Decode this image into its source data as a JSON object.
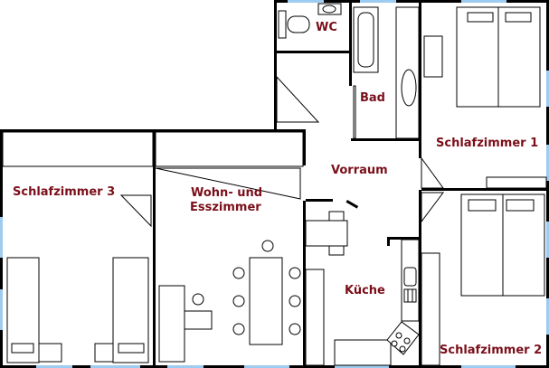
{
  "rooms": {
    "wc": "WC",
    "bad": "Bad",
    "schlafzimmer_1": "Schlafzimmer 1",
    "vorraum": "Vorraum",
    "schlafzimmer_3": "Schlafzimmer 3",
    "wohn_line1": "Wohn- und",
    "wohn_line2": "Esszimmer",
    "kueche": "Küche",
    "schlafzimmer_2": "Schlafzimmer 2"
  },
  "colors": {
    "label": "#7a0f1a",
    "window": "#9ecbf0",
    "wall": "#000000"
  }
}
